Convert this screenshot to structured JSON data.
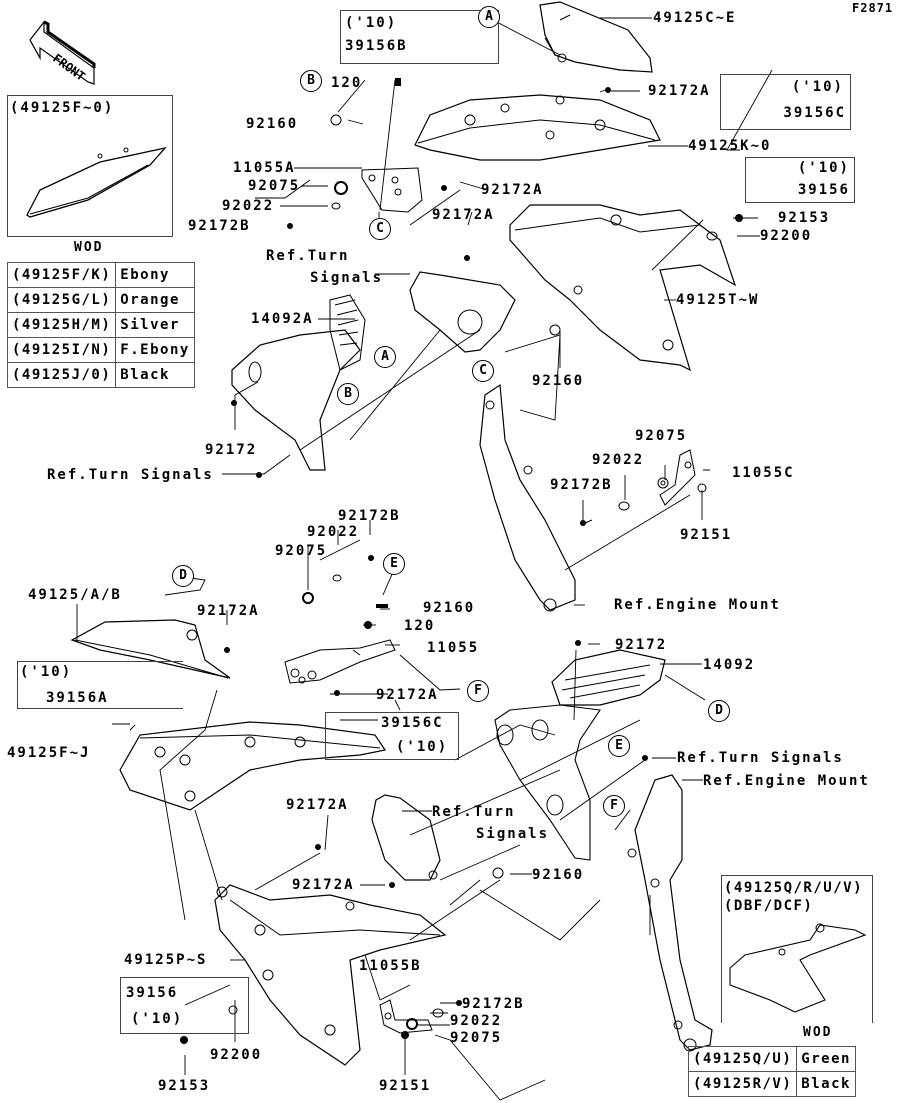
{
  "figure_id": "F2871",
  "front_arrow": "FRONT",
  "insets": {
    "top_left": {
      "title": "(49125F~0)",
      "caption": "WOD"
    },
    "bottom_right": {
      "title_1": "(49125Q/R/U/V)",
      "title_2": "(DBF/DCF)",
      "caption": "WOD"
    }
  },
  "color_table_1": [
    {
      "part": "(49125F/K)",
      "color": "Ebony"
    },
    {
      "part": "(49125G/L)",
      "color": "Orange"
    },
    {
      "part": "(49125H/M)",
      "color": "Silver"
    },
    {
      "part": "(49125I/N)",
      "color": "F.Ebony"
    },
    {
      "part": "(49125J/0)",
      "color": "Black"
    }
  ],
  "color_table_2": [
    {
      "part": "(49125Q/U)",
      "color": "Green"
    },
    {
      "part": "(49125R/V)",
      "color": "Black"
    }
  ],
  "year_boxes": {
    "b39156B": {
      "year": "('10)",
      "part": "39156B"
    },
    "b39156C_top": {
      "year": "('10)",
      "part": "39156C"
    },
    "b39156_top": {
      "year": "('10)",
      "part": "39156"
    },
    "b39156A": {
      "year": "('10)",
      "part": "39156A"
    },
    "b39156C_mid": {
      "year": "('10)",
      "part": "39156C"
    },
    "b39156_bot": {
      "year": "('10)",
      "part": "39156"
    }
  },
  "callouts": {
    "a": "A",
    "b": "B",
    "c": "C",
    "d": "D",
    "e": "E",
    "f": "F"
  },
  "labels": {
    "p49125C_E": "49125C~E",
    "p92172A_1": "92172A",
    "p49125K_0": "49125K~0",
    "p120_1": "120",
    "p92160_1": "92160",
    "p11055A": "11055A",
    "p92075_1": "92075",
    "p92022_1": "92022",
    "p92172B_1": "92172B",
    "p92172A_2": "92172A",
    "p92172A_3": "92172A",
    "p92153_1": "92153",
    "p92200_1": "92200",
    "ref_turn_1a": "Ref.Turn",
    "ref_turn_1b": "Signals",
    "p49125T_W": "49125T~W",
    "p14092A": "14092A",
    "p92160_2": "92160",
    "p92172_1": "92172",
    "ref_turn_2": "Ref.Turn Signals",
    "p92075_2": "92075",
    "p92022_2": "92022",
    "p92172B_2": "92172B",
    "p11055C": "11055C",
    "p92151_1": "92151",
    "ref_engine_1": "Ref.Engine Mount",
    "p92172B_3": "92172B",
    "p92022_3": "92022",
    "p92075_3": "92075",
    "p49125_A_B": "49125/A/B",
    "p92172A_4": "92172A",
    "p92160_3": "92160",
    "p120_2": "120",
    "p11055": "11055",
    "p92172A_5": "92172A",
    "p92172_2": "92172",
    "p14092": "14092",
    "p49125F_J": "49125F~J",
    "ref_turn_3": "Ref.Turn Signals",
    "ref_engine_2": "Ref.Engine Mount",
    "p92172A_6": "92172A",
    "ref_turn_4a": "Ref.Turn",
    "ref_turn_4b": "Signals",
    "p92172A_7": "92172A",
    "p92160_4": "92160",
    "p49125P_S": "49125P~S",
    "p11055B": "11055B",
    "p92172B_4": "92172B",
    "p92022_4": "92022",
    "p92075_4": "92075",
    "p92200_2": "92200",
    "p92153_2": "92153",
    "p92151_2": "92151"
  }
}
